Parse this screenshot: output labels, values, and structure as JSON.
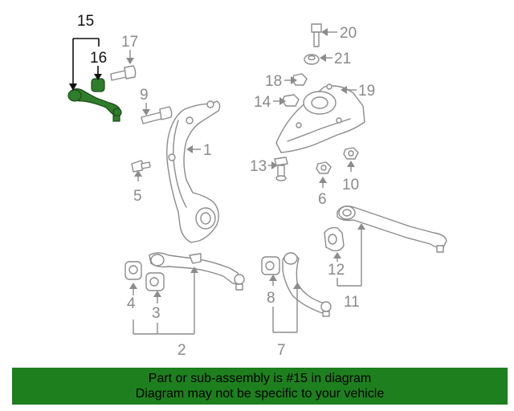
{
  "callouts": {
    "c1": "1",
    "c2": "2",
    "c3": "3",
    "c4": "4",
    "c5": "5",
    "c6": "6",
    "c7": "7",
    "c8": "8",
    "c9": "9",
    "c10": "10",
    "c11": "11",
    "c12": "12",
    "c13": "13",
    "c14": "14",
    "c15": "15",
    "c16": "16",
    "c17": "17",
    "c18": "18",
    "c19": "19",
    "c20": "20",
    "c21": "21"
  },
  "banner": {
    "line1": "Part or sub-assembly is #15 in diagram",
    "line2": "Diagram may not be specific to your vehicle"
  },
  "colors": {
    "highlight": "#2f7d2a",
    "banner": "#1e7f1e",
    "part_line": "#8c8c8c"
  }
}
